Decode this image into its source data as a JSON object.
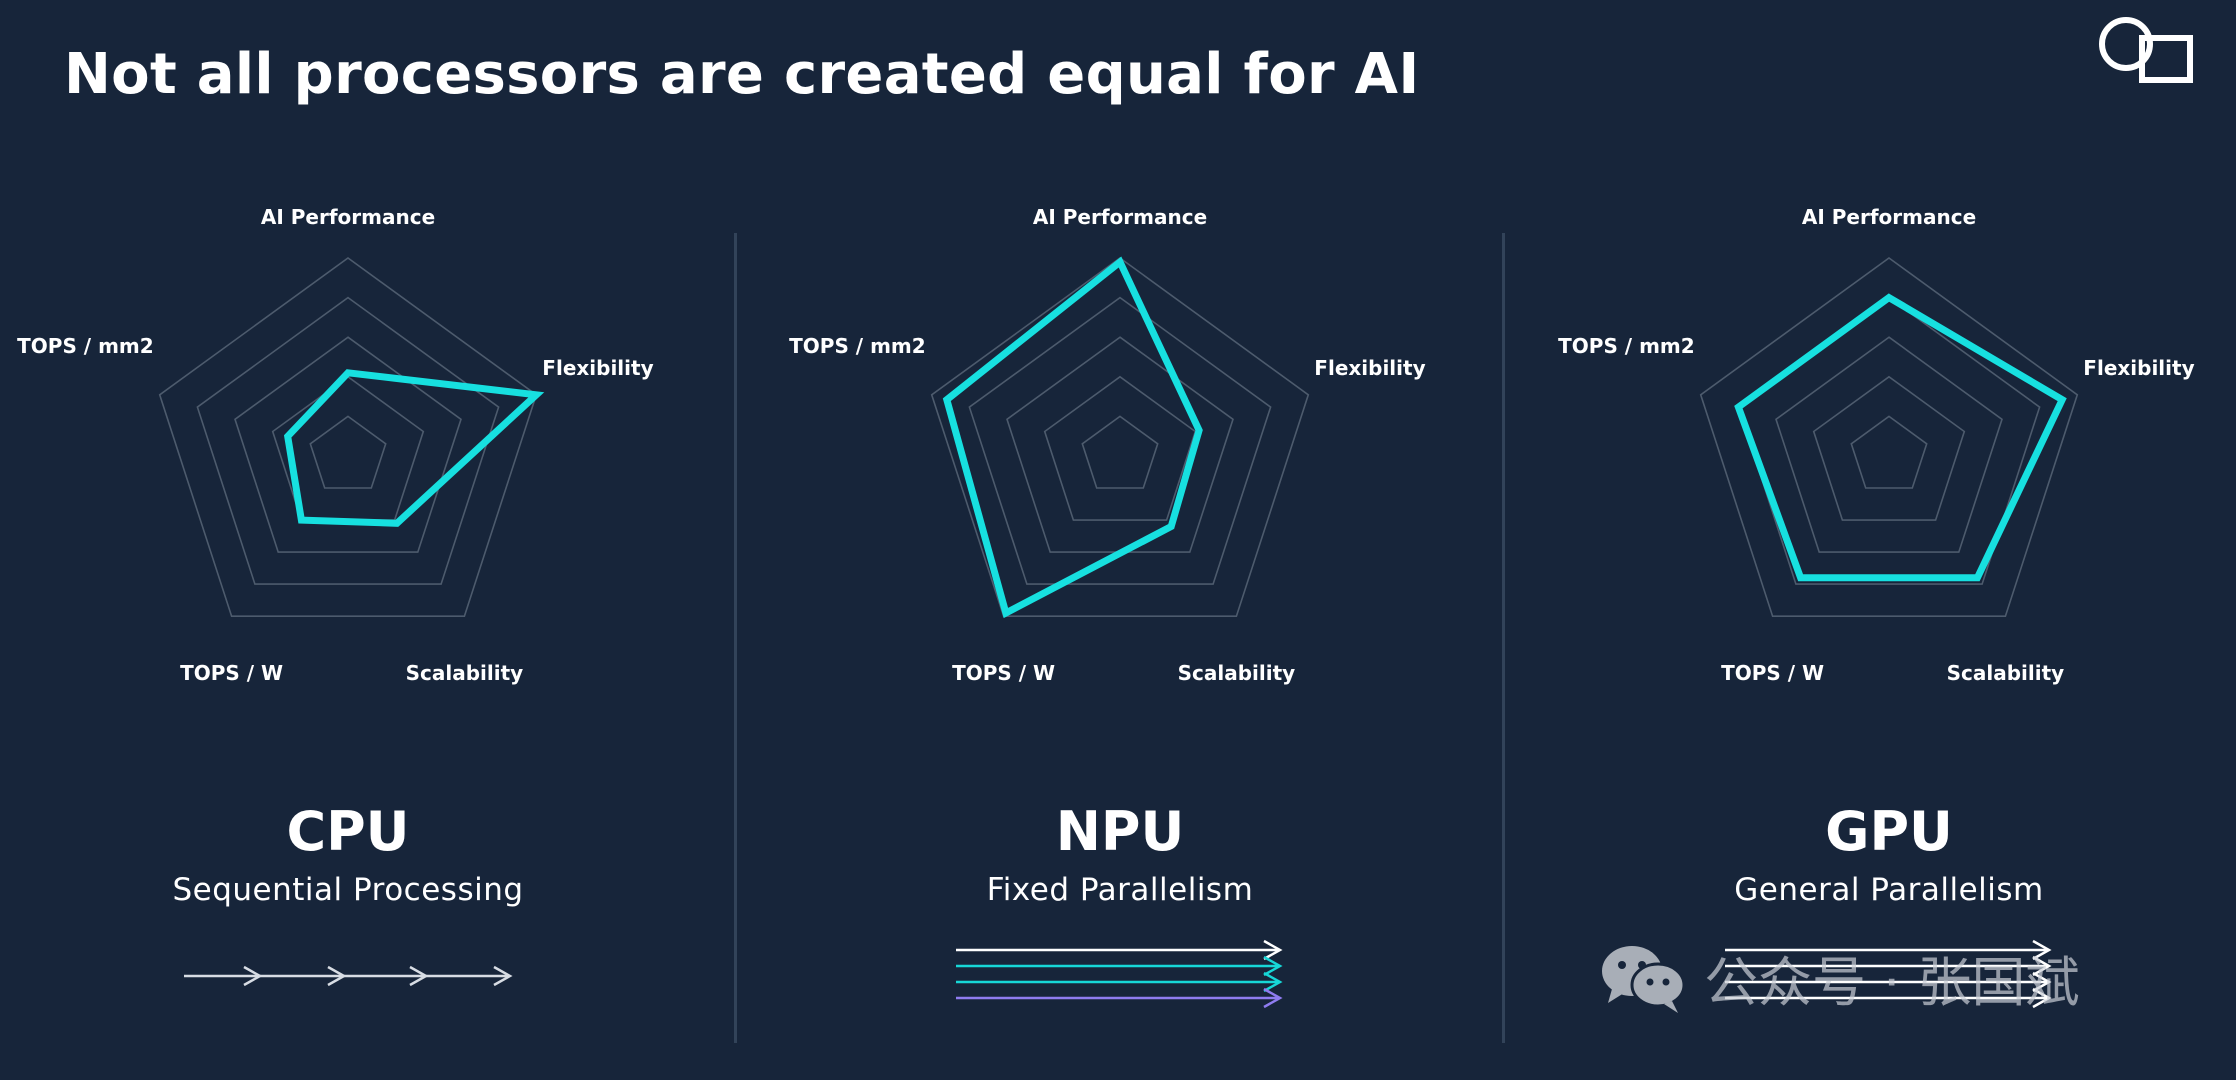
{
  "slide": {
    "title": "Not all processors are created equal for AI"
  },
  "colors": {
    "background": "#17253a",
    "grid": "#4d5b6d",
    "series": "#17e0e0",
    "text": "#ffffff",
    "arrow_white": "#ffffff",
    "arrow_cyan": "#17d7d7",
    "arrow_purple": "#8f7cf0"
  },
  "icons": {
    "logo": "brand-logo-icon",
    "watermark": "wechat-icon"
  },
  "watermark": {
    "text": "公众号 · 张国斌"
  },
  "chart_data": [
    {
      "type": "radar",
      "title": "CPU",
      "subtitle": "Sequential Processing",
      "axes": [
        "AI Performance",
        "Flexibility",
        "Scalability",
        "TOPS / W",
        "TOPS / mm2"
      ],
      "scale": [
        0,
        5
      ],
      "rings": 5,
      "series": [
        {
          "values": [
            2.1,
            5.0,
            2.1,
            2.0,
            1.6
          ]
        }
      ],
      "arrows": {
        "count": 1,
        "style": "sequential",
        "colors": [
          "#d8dde4"
        ]
      }
    },
    {
      "type": "radar",
      "title": "NPU",
      "subtitle": "Fixed Parallelism",
      "axes": [
        "AI Performance",
        "Flexibility",
        "Scalability",
        "TOPS / W",
        "TOPS / mm2"
      ],
      "scale": [
        0,
        5
      ],
      "rings": 5,
      "series": [
        {
          "values": [
            4.9,
            2.1,
            2.2,
            4.9,
            4.6
          ]
        }
      ],
      "arrows": {
        "count": 4,
        "style": "parallel",
        "colors": [
          "#ffffff",
          "#17d7d7",
          "#17d7d7",
          "#8f7cf0"
        ]
      }
    },
    {
      "type": "radar",
      "title": "GPU",
      "subtitle": "General Parallelism",
      "axes": [
        "AI Performance",
        "Flexibility",
        "Scalability",
        "TOPS / W",
        "TOPS / mm2"
      ],
      "scale": [
        0,
        5
      ],
      "rings": 5,
      "series": [
        {
          "values": [
            4.0,
            4.6,
            3.8,
            3.8,
            4.0
          ]
        }
      ],
      "arrows": {
        "count": 4,
        "style": "parallel",
        "colors": [
          "#ffffff",
          "#ffffff",
          "#ffffff",
          "#ffffff"
        ]
      }
    }
  ]
}
